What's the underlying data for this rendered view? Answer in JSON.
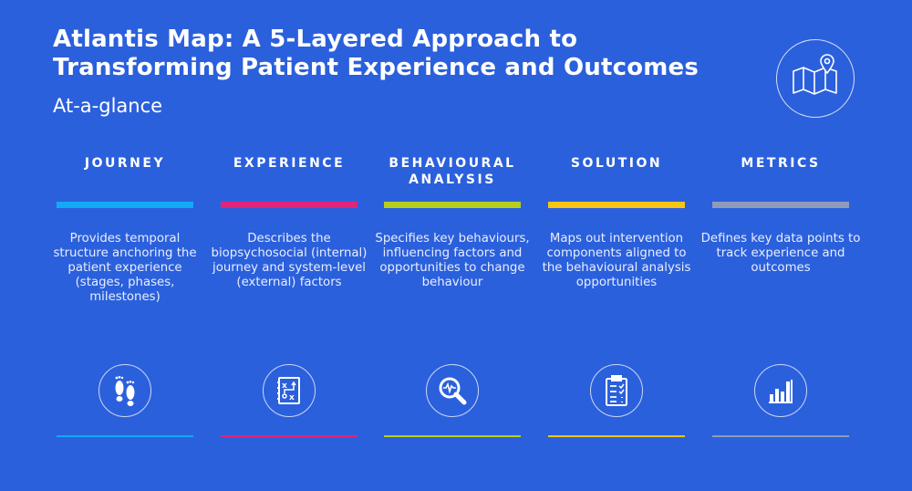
{
  "header": {
    "title_line1": "Atlantis Map: A 5-Layered Approach to",
    "title_line2": "Transforming Patient Experience and Outcomes",
    "subtitle": "At-a-glance"
  },
  "columns": [
    {
      "heading": "JOURNEY",
      "description": "Provides temporal structure anchoring the patient experience (stages, phases, milestones)",
      "color": "#12a9f5",
      "icon": "footprints-icon"
    },
    {
      "heading": "EXPERIENCE",
      "description": "Describes the biopsychosocial (internal) journey and system-level (external) factors",
      "color": "#e0257a",
      "icon": "strategy-board-icon"
    },
    {
      "heading": "BEHAVIOURAL ANALYSIS",
      "description": "Specifies key behaviours, influencing factors and opportunities to change behaviour",
      "color": "#b5cf1a",
      "icon": "magnifier-pulse-icon"
    },
    {
      "heading": "SOLUTION",
      "description": "Maps out intervention components aligned to the behavioural analysis opportunities",
      "color": "#f7c413",
      "icon": "clipboard-checklist-icon"
    },
    {
      "heading": "METRICS",
      "description": "Defines key data points to track experience and outcomes",
      "color": "#8f9bb8",
      "icon": "bar-chart-icon"
    }
  ]
}
